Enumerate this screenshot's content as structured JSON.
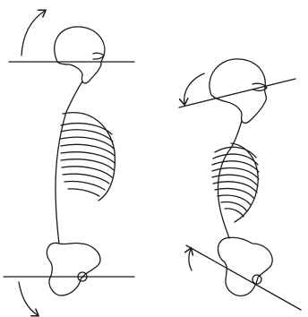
{
  "figure": {
    "panels": [
      {
        "name": "upright-posture",
        "elements": [
          "head-outline",
          "head-reference-line",
          "head-rotation-arrow",
          "spine-line",
          "ribcage",
          "pelvis-outline",
          "pelvis-reference-line",
          "pelvis-rotation-arrow",
          "hip-joint"
        ]
      },
      {
        "name": "tilted-posture",
        "elements": [
          "head-outline",
          "head-reference-line",
          "head-rotation-arrow",
          "spine-line",
          "ribcage",
          "pelvis-outline",
          "pelvis-reference-line",
          "pelvis-rotation-arrow",
          "hip-joint"
        ]
      }
    ],
    "colors": {
      "stroke": "#1a1a1a",
      "background": "#ffffff"
    }
  }
}
